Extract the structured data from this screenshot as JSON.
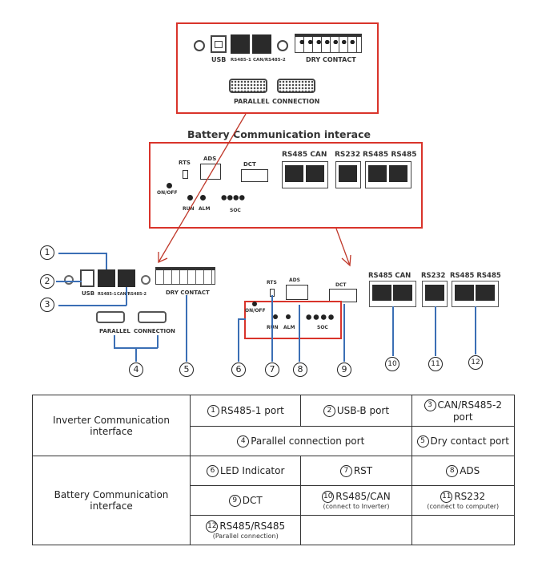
{
  "inverter_panel": {
    "ports": {
      "usb": "USB",
      "rs485_1": "RS485-1",
      "can_rs485_2": "CAN/RS485-2",
      "dry_contact": "DRY CONTACT"
    },
    "parallel_labels": [
      "PARALLEL",
      "CONNECTION"
    ]
  },
  "battery_panel": {
    "title": "Battery Communication interace",
    "labels": {
      "rts": "RTS",
      "ads": "ADS",
      "dct": "DCT",
      "on_off": "ON/OFF",
      "run": "RUN",
      "alm": "ALM",
      "soc": "SOC",
      "rs485_can": "RS485 CAN",
      "rs232": "RS232",
      "rs485_rs485": "RS485 RS485"
    }
  },
  "callouts": [
    "1",
    "2",
    "3",
    "4",
    "5",
    "6",
    "7",
    "8",
    "9",
    "10",
    "11",
    "12"
  ],
  "legend_table": {
    "inverter": {
      "header": "Inverter Communication interface",
      "cells": [
        {
          "num": "1",
          "label": "RS485-1 port"
        },
        {
          "num": "2",
          "label": "USB-B port"
        },
        {
          "num": "3",
          "label": "CAN/RS485-2 port"
        },
        {
          "num": "4",
          "label": "Parallel connection port"
        },
        {
          "num": "5",
          "label": "Dry contact port"
        }
      ]
    },
    "battery": {
      "header": "Battery Communication interface",
      "cells": [
        {
          "num": "6",
          "label": "LED Indicator",
          "note": ""
        },
        {
          "num": "7",
          "label": "RST",
          "note": ""
        },
        {
          "num": "8",
          "label": "ADS",
          "note": ""
        },
        {
          "num": "9",
          "label": "DCT",
          "note": ""
        },
        {
          "num": "10",
          "label": "RS485/CAN",
          "note": "(connect to Inverter)"
        },
        {
          "num": "11",
          "label": "RS232",
          "note": "(connect to computer)"
        },
        {
          "num": "12",
          "label": "RS485/RS485",
          "note": "(Parallel connection)"
        }
      ]
    }
  },
  "colors": {
    "highlight_red": "#d9342b",
    "callout_blue": "#3b6fb5"
  }
}
